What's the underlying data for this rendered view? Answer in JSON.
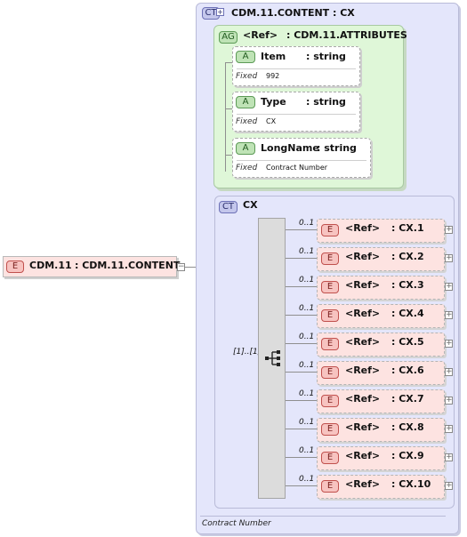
{
  "root": {
    "badge": "E",
    "name": "CDM.11",
    "type": ": CDM.11.CONTENT",
    "toggle": "−"
  },
  "complex_type": {
    "badge": "CT",
    "title": "CDM.11.CONTENT : CX"
  },
  "attribute_group": {
    "badge": "AG",
    "ref": "<Ref>",
    "type": ": CDM.11.ATTRIBUTES",
    "attributes": [
      {
        "badge": "A",
        "name": "Item",
        "type": ": string",
        "fixed_label": "Fixed",
        "fixed_value": "992"
      },
      {
        "badge": "A",
        "name": "Type",
        "type": ": string",
        "fixed_label": "Fixed",
        "fixed_value": "CX"
      },
      {
        "badge": "A",
        "name": "LongName",
        "type": ": string",
        "fixed_label": "Fixed",
        "fixed_value": "Contract Number"
      }
    ]
  },
  "inner_type": {
    "badge": "CT",
    "name": "CX",
    "sequence_occurrence": "[1]..[1]"
  },
  "children": [
    {
      "badge": "E",
      "ref": "<Ref>",
      "type": ": CX.1",
      "occurrence": "0..1",
      "toggle": "+"
    },
    {
      "badge": "E",
      "ref": "<Ref>",
      "type": ": CX.2",
      "occurrence": "0..1",
      "toggle": "+"
    },
    {
      "badge": "E",
      "ref": "<Ref>",
      "type": ": CX.3",
      "occurrence": "0..1",
      "toggle": "+"
    },
    {
      "badge": "E",
      "ref": "<Ref>",
      "type": ": CX.4",
      "occurrence": "0..1",
      "toggle": "+"
    },
    {
      "badge": "E",
      "ref": "<Ref>",
      "type": ": CX.5",
      "occurrence": "0..1",
      "toggle": "+"
    },
    {
      "badge": "E",
      "ref": "<Ref>",
      "type": ": CX.6",
      "occurrence": "0..1",
      "toggle": "+"
    },
    {
      "badge": "E",
      "ref": "<Ref>",
      "type": ": CX.7",
      "occurrence": "0..1",
      "toggle": "+"
    },
    {
      "badge": "E",
      "ref": "<Ref>",
      "type": ": CX.8",
      "occurrence": "0..1",
      "toggle": "+"
    },
    {
      "badge": "E",
      "ref": "<Ref>",
      "type": ": CX.9",
      "occurrence": "0..1",
      "toggle": "+"
    },
    {
      "badge": "E",
      "ref": "<Ref>",
      "type": ": CX.10",
      "occurrence": "0..1",
      "toggle": "+"
    }
  ],
  "annotation": "Contract Number"
}
